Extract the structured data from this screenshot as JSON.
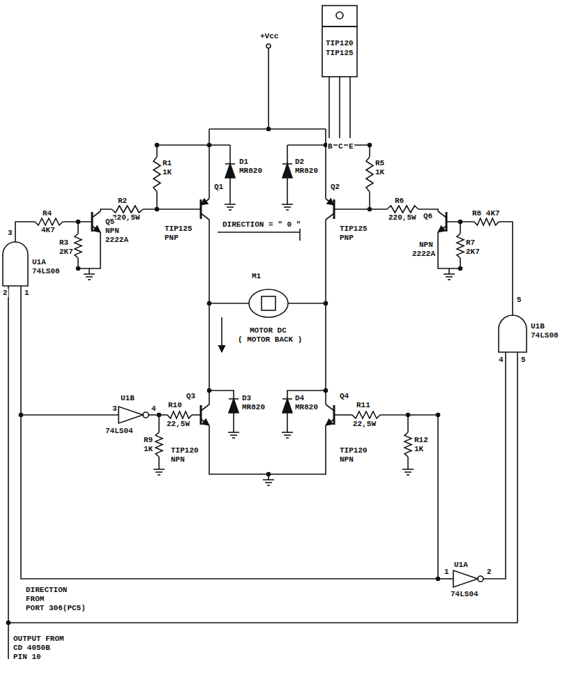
{
  "diagram": {
    "labels": [
      "+Vcc",
      "TIP120",
      "TIP125",
      "B",
      "C",
      "E",
      "R1",
      "1K",
      "D1",
      "MR820",
      "D2",
      "MR820",
      "R5",
      "1K",
      "R2",
      "220,5W",
      "Q1",
      "TIP125",
      "PNP",
      "Q2",
      "TIP125",
      "PNP",
      "R6",
      "220,5W",
      "R4",
      "4K7",
      "Q5",
      "NPN",
      "2222A",
      "R3",
      "2K7",
      "3",
      "U1A",
      "74LS08",
      "2",
      "1",
      "DIRECTION = \" 0 \"",
      "M1",
      "MOTOR DC",
      "( MOTOR BACK )",
      "R8 4K7",
      "Q6",
      "NPN",
      "2222A",
      "R7",
      "2K7",
      "5",
      "U1B",
      "74LS08",
      "4",
      "5",
      "U1B",
      "3",
      "4",
      "74LS04",
      "R10",
      "22,5W",
      "R9",
      "1K",
      "Q3",
      "D3",
      "MR820",
      "TIP120",
      "NPN",
      "D4",
      "MR820",
      "Q4",
      "TIP120",
      "NPN",
      "R11",
      "22,5W",
      "R12",
      "1K",
      "U1A",
      "1",
      "2",
      "74LS04",
      "DIRECTION",
      "FROM",
      "PORT 306(PC5)",
      "OUTPUT FROM",
      "CD 4050B",
      "PIN 10"
    ]
  }
}
